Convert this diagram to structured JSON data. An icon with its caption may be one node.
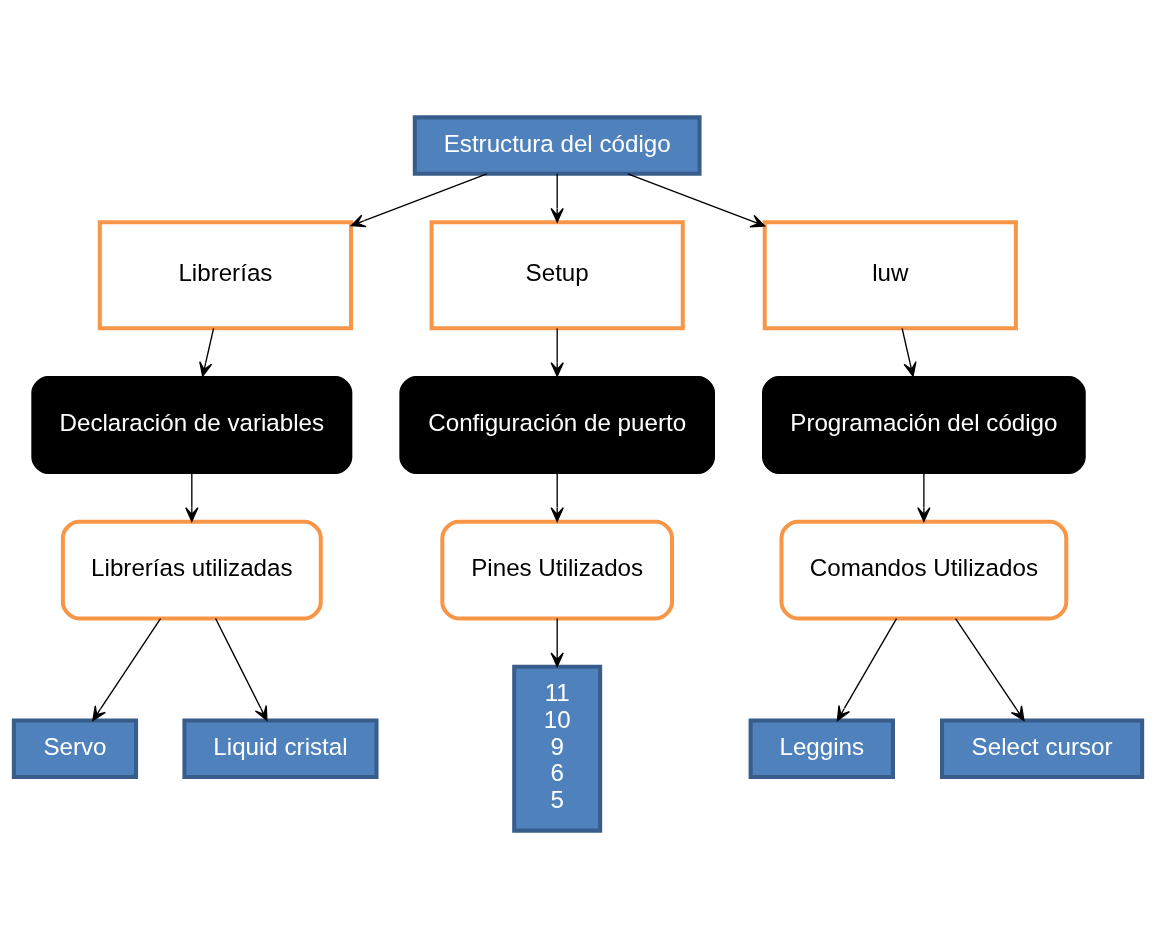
{
  "diagram": {
    "nodes": [
      {
        "text": [
          "Estructura del código"
        ]
      },
      {
        "text": [
          "Librerías"
        ]
      },
      {
        "text": [
          "Setup"
        ]
      },
      {
        "text": [
          "luw"
        ]
      },
      {
        "text": [
          "Declaración de variables"
        ]
      },
      {
        "text": [
          "Configuración de puerto"
        ]
      },
      {
        "text": [
          "Programación del código"
        ]
      },
      {
        "text": [
          "Librerías utilizadas"
        ]
      },
      {
        "text": [
          "Pines Utilizados"
        ]
      },
      {
        "text": [
          "Comandos Utilizados"
        ]
      },
      {
        "text": [
          "Servo"
        ]
      },
      {
        "text": [
          "Liquid cristal"
        ]
      },
      {
        "text": [
          "11",
          "10",
          "9",
          "6",
          "5"
        ]
      },
      {
        "text": [
          "Leggins"
        ]
      },
      {
        "text": [
          "Select cursor"
        ]
      }
    ],
    "edges": [
      {
        "from": 0,
        "to": 1,
        "arrow": "to"
      },
      {
        "from": 0,
        "to": 2,
        "arrow": "to"
      },
      {
        "from": 0,
        "to": 3,
        "arrow": "to"
      },
      {
        "from": 1,
        "to": 4,
        "arrow": "to"
      },
      {
        "from": 2,
        "to": 5,
        "arrow": "to"
      },
      {
        "from": 3,
        "to": 6,
        "arrow": "to"
      },
      {
        "from": 4,
        "to": 7,
        "arrow": "to"
      },
      {
        "from": 5,
        "to": 8,
        "arrow": "to"
      },
      {
        "from": 6,
        "to": 9,
        "arrow": "to"
      },
      {
        "from": 7,
        "to": 10,
        "arrow": "to"
      },
      {
        "from": 7,
        "to": 11,
        "arrow": "to"
      },
      {
        "from": 8,
        "to": 12,
        "arrow": "to"
      },
      {
        "from": 9,
        "to": 13,
        "arrow": "to"
      },
      {
        "from": 9,
        "to": 14,
        "arrow": "to"
      }
    ]
  }
}
